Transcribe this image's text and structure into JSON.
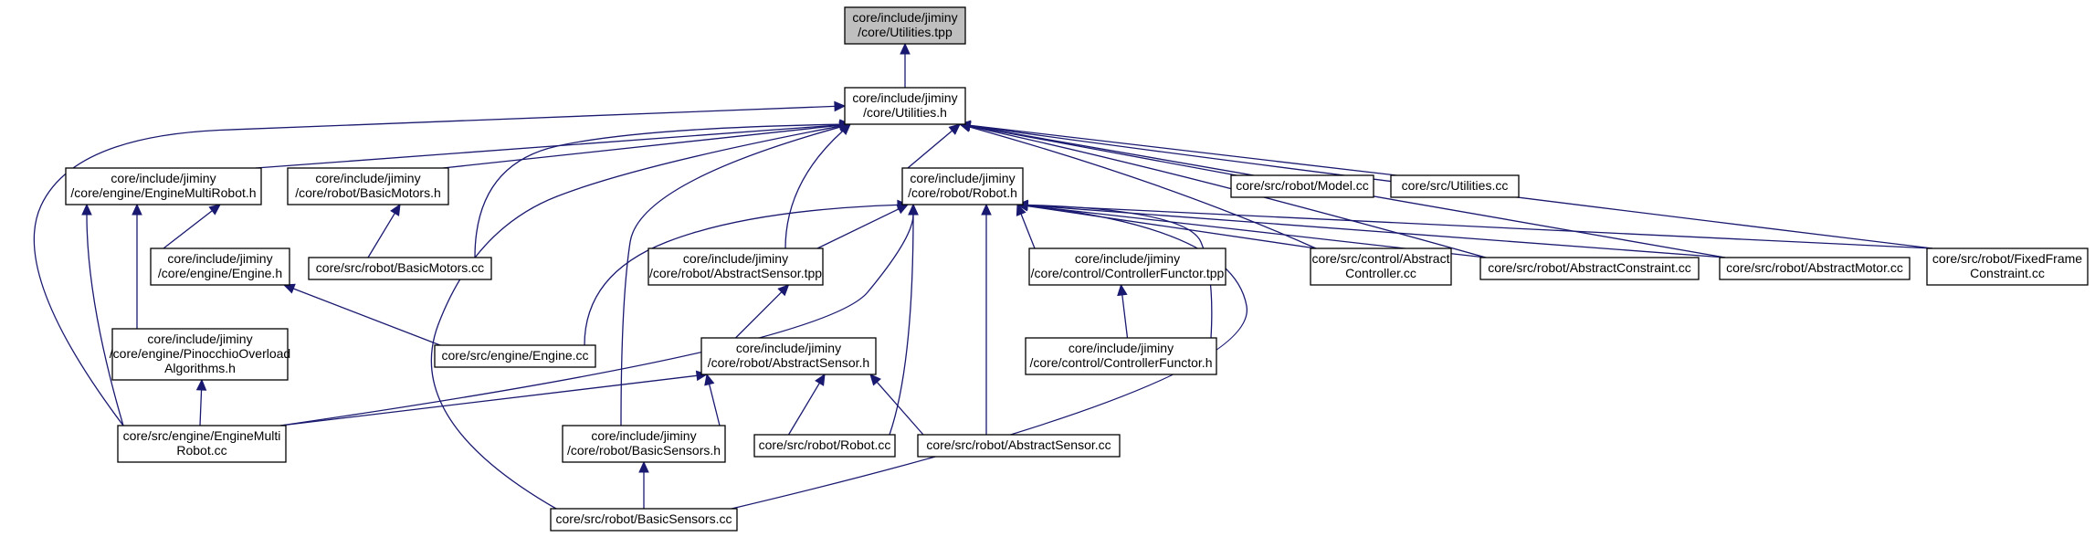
{
  "colors": {
    "edge": "#191970",
    "node_border": "#000000",
    "node_fill": "#ffffff",
    "root_fill": "#bfbfbf"
  },
  "nodes": {
    "utilities_tpp": {
      "lines": [
        "core/include/jiminy",
        "/core/Utilities.tpp"
      ],
      "root": true
    },
    "utilities_h": {
      "lines": [
        "core/include/jiminy",
        "/core/Utilities.h"
      ]
    },
    "engine_multirobot_h": {
      "lines": [
        "core/include/jiminy",
        "/core/engine/EngineMultiRobot.h"
      ]
    },
    "basic_motors_h": {
      "lines": [
        "core/include/jiminy",
        "/core/robot/BasicMotors.h"
      ]
    },
    "robot_h": {
      "lines": [
        "core/include/jiminy",
        "/core/robot/Robot.h"
      ]
    },
    "model_cc": {
      "lines": [
        "core/src/robot/Model.cc"
      ]
    },
    "utilities_cc": {
      "lines": [
        "core/src/Utilities.cc"
      ]
    },
    "engine_h": {
      "lines": [
        "core/include/jiminy",
        "/core/engine/Engine.h"
      ]
    },
    "basic_motors_cc": {
      "lines": [
        "core/src/robot/BasicMotors.cc"
      ]
    },
    "abstract_sensor_tpp": {
      "lines": [
        "core/include/jiminy",
        "/core/robot/AbstractSensor.tpp"
      ]
    },
    "controller_functor_tpp": {
      "lines": [
        "core/include/jiminy",
        "/core/control/ControllerFunctor.tpp"
      ]
    },
    "abstract_controller_cc": {
      "lines": [
        "core/src/control/Abstract",
        "Controller.cc"
      ]
    },
    "abstract_constraint_cc": {
      "lines": [
        "core/src/robot/AbstractConstraint.cc"
      ]
    },
    "abstract_motor_cc": {
      "lines": [
        "core/src/robot/AbstractMotor.cc"
      ]
    },
    "fixed_frame_constraint_cc": {
      "lines": [
        "core/src/robot/FixedFrame",
        "Constraint.cc"
      ]
    },
    "pinocchio_overload_h": {
      "lines": [
        "core/include/jiminy",
        "/core/engine/PinocchioOverload",
        "Algorithms.h"
      ]
    },
    "engine_cc": {
      "lines": [
        "core/src/engine/Engine.cc"
      ]
    },
    "abstract_sensor_h": {
      "lines": [
        "core/include/jiminy",
        "/core/robot/AbstractSensor.h"
      ]
    },
    "controller_functor_h": {
      "lines": [
        "core/include/jiminy",
        "/core/control/ControllerFunctor.h"
      ]
    },
    "engine_multirobot_cc": {
      "lines": [
        "core/src/engine/EngineMulti",
        "Robot.cc"
      ]
    },
    "basic_sensors_h": {
      "lines": [
        "core/include/jiminy",
        "/core/robot/BasicSensors.h"
      ]
    },
    "robot_cc": {
      "lines": [
        "core/src/robot/Robot.cc"
      ]
    },
    "abstract_sensor_cc": {
      "lines": [
        "core/src/robot/AbstractSensor.cc"
      ]
    },
    "basic_sensors_cc": {
      "lines": [
        "core/src/robot/BasicSensors.cc"
      ]
    }
  }
}
